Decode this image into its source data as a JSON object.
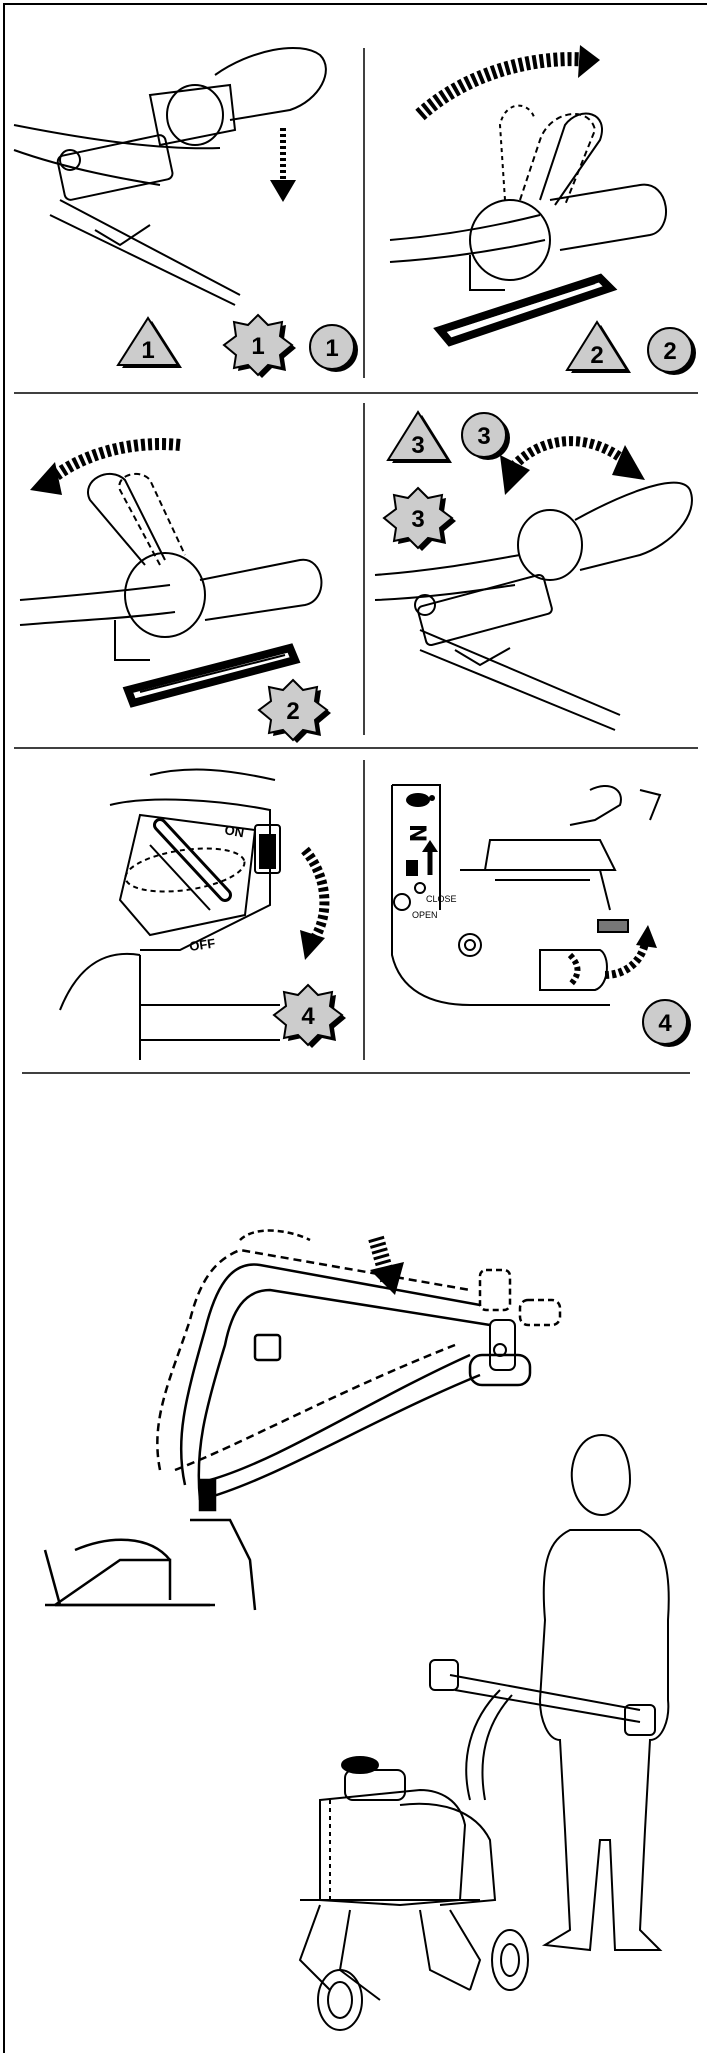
{
  "panels": [
    {
      "id": "p1",
      "badges": [
        "1",
        "1",
        "1"
      ]
    },
    {
      "id": "p2",
      "badges": [
        "2",
        "2"
      ]
    },
    {
      "id": "p3",
      "badges": [
        "2"
      ]
    },
    {
      "id": "p4",
      "badges": [
        "3",
        "3",
        "3"
      ]
    },
    {
      "id": "p5",
      "labels": {
        "on": "ON",
        "off": "OFF"
      },
      "badges": [
        "4"
      ]
    },
    {
      "id": "p6",
      "labels": {
        "close": "CLOSE",
        "open": "OPEN"
      },
      "badges": [
        "4"
      ]
    }
  ],
  "icons": [
    "triangle-warning-icon",
    "star-badge-icon",
    "circle-badge-icon",
    "arrow-icon",
    "turtle-icon",
    "rabbit-icon",
    "fuel-icon"
  ]
}
